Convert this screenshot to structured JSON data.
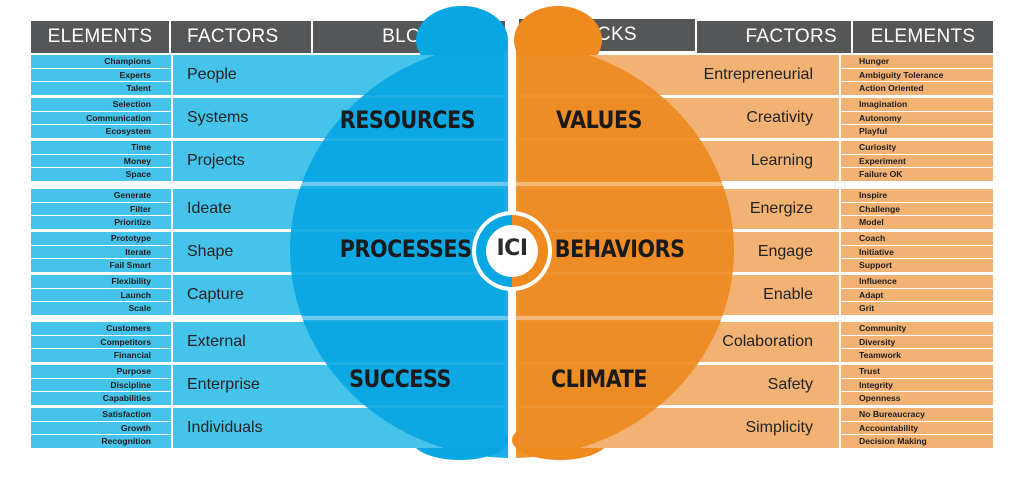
{
  "headers": {
    "elements_left": "ELEMENTS",
    "factors_left": "FACTORS",
    "blocks_left": "BLOCKS",
    "blocks_right": "BLOCKS",
    "factors_right": "FACTORS",
    "elements_right": "ELEMENTS"
  },
  "center_label": "ICI",
  "left_blocks": [
    "RESOURCES",
    "PROCESSES",
    "SUCCESS"
  ],
  "right_blocks": [
    "VALUES",
    "BEHAVIORS",
    "CLIMATE"
  ],
  "left_rows": [
    {
      "factor": "People",
      "elements": [
        "Champions",
        "Experts",
        "Talent"
      ]
    },
    {
      "factor": "Systems",
      "elements": [
        "Selection",
        "Communication",
        "Ecosystem"
      ]
    },
    {
      "factor": "Projects",
      "elements": [
        "Time",
        "Money",
        "Space"
      ]
    },
    {
      "factor": "Ideate",
      "elements": [
        "Generate",
        "Filter",
        "Prioritize"
      ]
    },
    {
      "factor": "Shape",
      "elements": [
        "Prototype",
        "Iterate",
        "Fail Smart"
      ]
    },
    {
      "factor": "Capture",
      "elements": [
        "Flexibility",
        "Launch",
        "Scale"
      ]
    },
    {
      "factor": "External",
      "elements": [
        "Customers",
        "Competitors",
        "Financial"
      ]
    },
    {
      "factor": "Enterprise",
      "elements": [
        "Purpose",
        "Discipline",
        "Capabilities"
      ]
    },
    {
      "factor": "Individuals",
      "elements": [
        "Satisfaction",
        "Growth",
        "Recognition"
      ]
    }
  ],
  "right_rows": [
    {
      "factor": "Entrepreneurial",
      "elements": [
        "Hunger",
        "Ambiguity Tolerance",
        "Action Oriented"
      ]
    },
    {
      "factor": "Creativity",
      "elements": [
        "Imagination",
        "Autonomy",
        "Playful"
      ]
    },
    {
      "factor": "Learning",
      "elements": [
        "Curiosity",
        "Experiment",
        "Failure OK"
      ]
    },
    {
      "factor": "Energize",
      "elements": [
        "Inspire",
        "Challenge",
        "Model"
      ]
    },
    {
      "factor": "Engage",
      "elements": [
        "Coach",
        "Initiative",
        "Support"
      ]
    },
    {
      "factor": "Enable",
      "elements": [
        "Influence",
        "Adapt",
        "Grit"
      ]
    },
    {
      "factor": "Colaboration",
      "elements": [
        "Community",
        "Diversity",
        "Teamwork"
      ]
    },
    {
      "factor": "Safety",
      "elements": [
        "Trust",
        "Integrity",
        "Openness"
      ]
    },
    {
      "factor": "Simplicity",
      "elements": [
        "No Bureaucracy",
        "Accountability",
        "Decision Making"
      ]
    }
  ],
  "colors": {
    "header_bg": "#555657",
    "blue_band": "#45c3ea",
    "blue_circle": "#08a6e2",
    "orange_band": "#f2b274",
    "orange_circle": "#ee8a1e"
  }
}
